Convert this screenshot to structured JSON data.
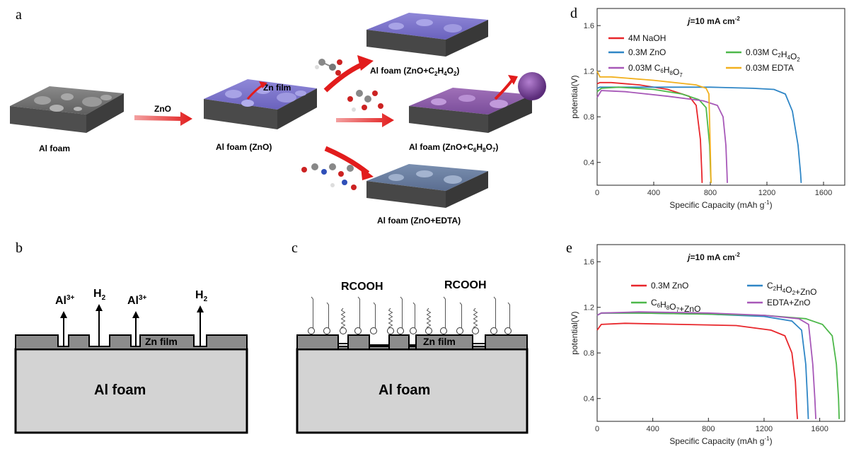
{
  "panels": {
    "a": "a",
    "b": "b",
    "c": "c",
    "d": "d",
    "e": "e"
  },
  "panel_a": {
    "al_foam": "Al foam",
    "zno_arrow": "ZnO",
    "al_foam_zno": "Al foam (ZnO)",
    "zn_film": "Zn film",
    "prod1": "Al foam (ZnO+C2H4O2)",
    "prod2": "Al foam (ZnO+C6H8O7)",
    "prod3": "Al foam (ZnO+EDTA)"
  },
  "panel_b": {
    "al3_1": "Al3+",
    "h2_1": "H2",
    "al3_2": "Al3+",
    "h2_2": "H2",
    "zn_film": "Zn film",
    "al_foam": "Al foam"
  },
  "panel_c": {
    "rcooh_1": "RCOOH",
    "rcooh_2": "RCOOH",
    "zn_film": "Zn film",
    "al_foam": "Al foam"
  },
  "colors": {
    "red": "#e8262b",
    "blue": "#2f86c6",
    "green": "#4db84a",
    "purple": "#a758b8",
    "orange": "#f2b01e",
    "foam_gray": "#6f6f6f",
    "zno_purple": "#7b74c9"
  },
  "chart_data": [
    {
      "type": "line",
      "title": "j=10 mA cm-2",
      "xlabel": "Specific Capacity (mAh g-1)",
      "ylabel": "potential(V)",
      "xlim": [
        0,
        1750
      ],
      "ylim": [
        0.2,
        1.75
      ],
      "xticks": [
        "0",
        "400",
        "800",
        "1200",
        "1600"
      ],
      "yticks": [
        "0.4",
        "0.8",
        "1.2",
        "1.6"
      ],
      "legend": "top",
      "series": [
        {
          "name": "4M NaOH",
          "color": "#e8262b",
          "x": [
            0,
            20,
            100,
            300,
            500,
            650,
            700,
            730,
            740,
            742
          ],
          "y": [
            1.09,
            1.1,
            1.1,
            1.08,
            1.04,
            0.98,
            0.9,
            0.6,
            0.3,
            0.22
          ]
        },
        {
          "name": "0.3M ZnO",
          "color": "#2f86c6",
          "x": [
            0,
            20,
            100,
            400,
            800,
            1100,
            1250,
            1330,
            1380,
            1420,
            1438,
            1442
          ],
          "y": [
            1.05,
            1.06,
            1.06,
            1.06,
            1.06,
            1.05,
            1.04,
            1.0,
            0.85,
            0.55,
            0.3,
            0.22
          ]
        },
        {
          "name": "0.03M C2H4O2",
          "color": "#4db84a",
          "x": [
            0,
            30,
            150,
            400,
            600,
            720,
            770,
            795,
            802,
            805
          ],
          "y": [
            1.02,
            1.05,
            1.06,
            1.04,
            1.0,
            0.95,
            0.88,
            0.55,
            0.3,
            0.22
          ]
        },
        {
          "name": "0.03M C6H8O7",
          "color": "#a758b8",
          "x": [
            0,
            30,
            200,
            500,
            750,
            850,
            890,
            910,
            918,
            920
          ],
          "y": [
            0.97,
            1.03,
            1.02,
            0.98,
            0.94,
            0.9,
            0.8,
            0.55,
            0.3,
            0.22
          ]
        },
        {
          "name": "0.03M EDTA",
          "color": "#f2b01e",
          "x": [
            0,
            20,
            100,
            400,
            700,
            770,
            790,
            800,
            805
          ],
          "y": [
            1.2,
            1.15,
            1.15,
            1.12,
            1.08,
            1.05,
            1.0,
            0.5,
            0.22
          ]
        }
      ]
    },
    {
      "type": "line",
      "title": "j=10 mA cm-2",
      "xlabel": "Specific Capacity (mAh g-1)",
      "ylabel": "potential(V)",
      "xlim": [
        0,
        1780
      ],
      "ylim": [
        0.2,
        1.75
      ],
      "xticks": [
        "0",
        "400",
        "800",
        "1200",
        "1600"
      ],
      "yticks": [
        "0.4",
        "0.8",
        "1.2",
        "1.6"
      ],
      "legend": "top",
      "series": [
        {
          "name": "0.3M ZnO",
          "color": "#e8262b",
          "x": [
            0,
            30,
            200,
            600,
            1000,
            1250,
            1350,
            1400,
            1425,
            1435,
            1440
          ],
          "y": [
            1.0,
            1.05,
            1.06,
            1.05,
            1.04,
            1.0,
            0.95,
            0.8,
            0.55,
            0.3,
            0.22
          ]
        },
        {
          "name": "C2H4O2+ZnO",
          "color": "#2f86c6",
          "x": [
            0,
            30,
            300,
            800,
            1200,
            1400,
            1470,
            1500,
            1512,
            1518
          ],
          "y": [
            1.13,
            1.15,
            1.15,
            1.14,
            1.12,
            1.08,
            1.0,
            0.7,
            0.4,
            0.22
          ]
        },
        {
          "name": "C6H8O7+ZnO",
          "color": "#4db84a",
          "x": [
            0,
            30,
            300,
            800,
            1200,
            1500,
            1620,
            1690,
            1720,
            1735,
            1740
          ],
          "y": [
            1.13,
            1.15,
            1.15,
            1.14,
            1.13,
            1.1,
            1.05,
            0.95,
            0.7,
            0.4,
            0.22
          ]
        },
        {
          "name": "EDTA+ZnO",
          "color": "#a758b8",
          "x": [
            0,
            30,
            300,
            800,
            1200,
            1450,
            1520,
            1550,
            1565,
            1572
          ],
          "y": [
            1.13,
            1.15,
            1.16,
            1.15,
            1.13,
            1.1,
            1.05,
            0.7,
            0.4,
            0.22
          ]
        }
      ]
    }
  ]
}
